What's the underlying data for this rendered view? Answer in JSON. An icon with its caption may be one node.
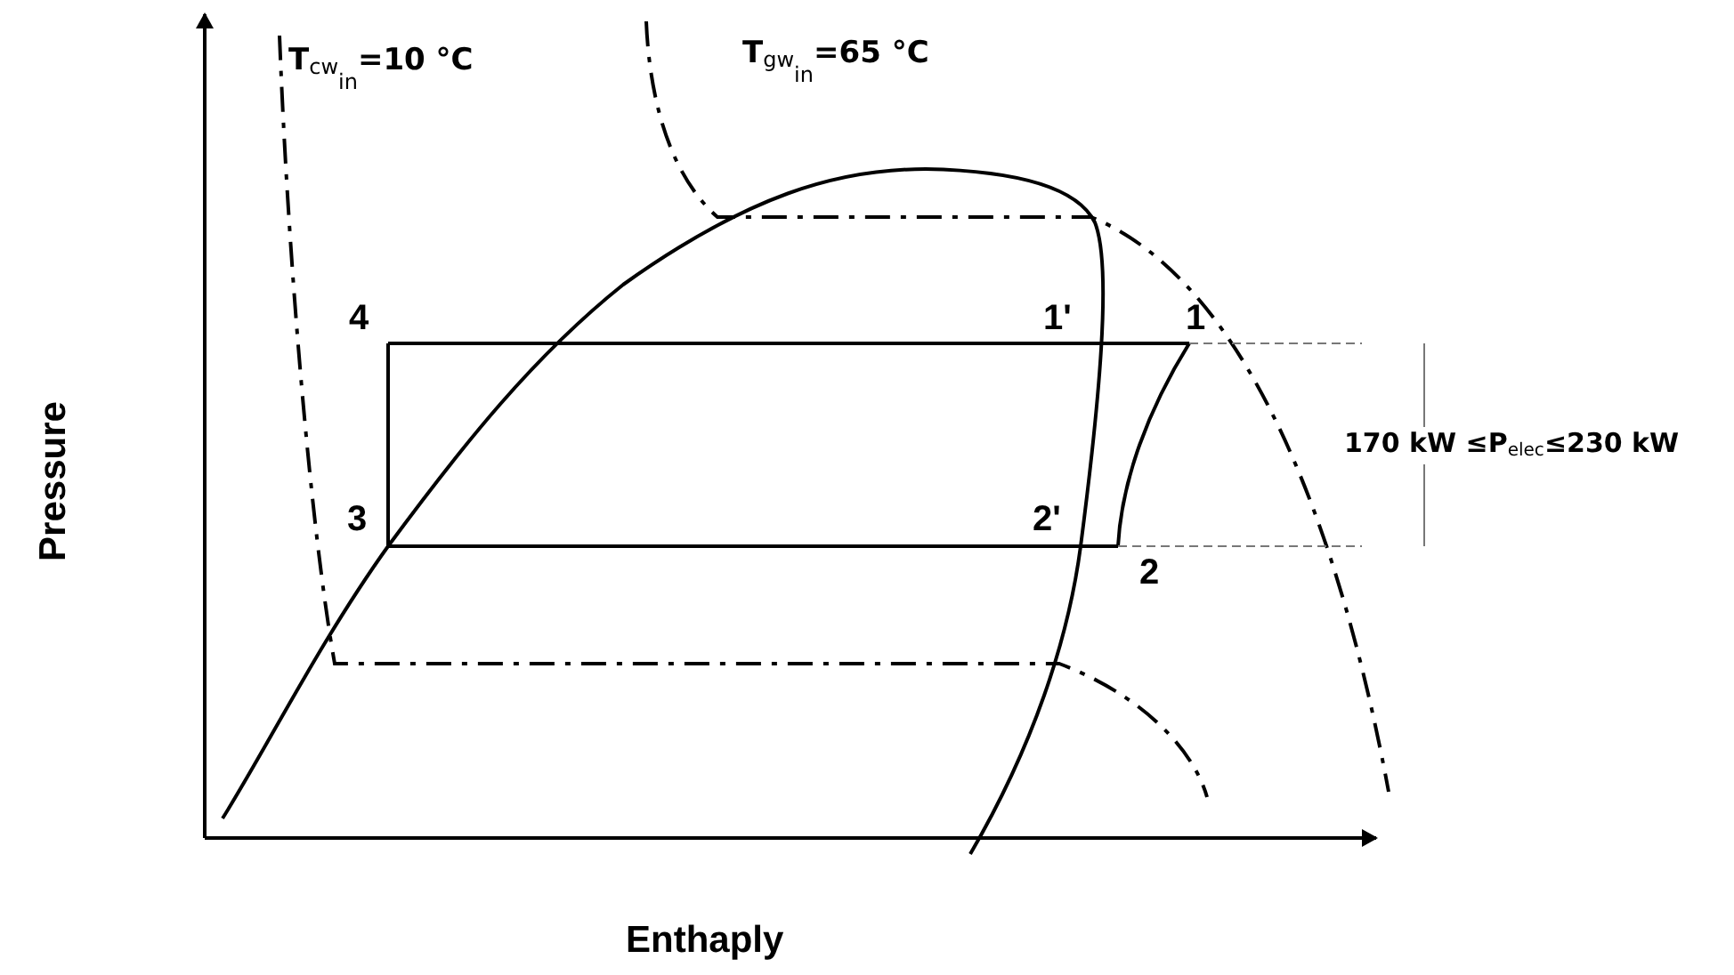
{
  "diagram": {
    "labels": [
      "T$_{cw}$$_{in}$=10 °C",
      "T$_{gw}$$_{in}$=65 °C",
      "4",
      "1'",
      "1",
      "3",
      "2'",
      "2",
      "170 kW ≤P$_{elec}$≤230 kW",
      "Pressure",
      "Enthaply"
    ]
  }
}
